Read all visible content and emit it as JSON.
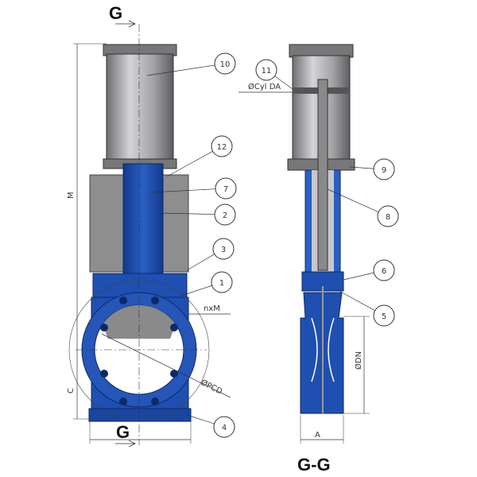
{
  "title": "Knife gate valve with pneumatic actuator",
  "section_labels": {
    "top": "G",
    "bottom": "G",
    "view": "G-G"
  },
  "dimensions": {
    "M": "M",
    "C": "C",
    "nxM": "nxM",
    "PCD": "ØPCD",
    "DN": "ØDN",
    "A": "A",
    "cyl": "ØCyl DA"
  },
  "front_balloons": [
    "10",
    "12",
    "7",
    "2",
    "3",
    "1",
    "4"
  ],
  "side_balloons": [
    "11",
    "9",
    "8",
    "6",
    "5"
  ],
  "colors": {
    "body": "#1f4fb0",
    "body_dark": "#123a8c",
    "actuator": "#a8a8ac",
    "yoke": "#8e8e8e"
  }
}
